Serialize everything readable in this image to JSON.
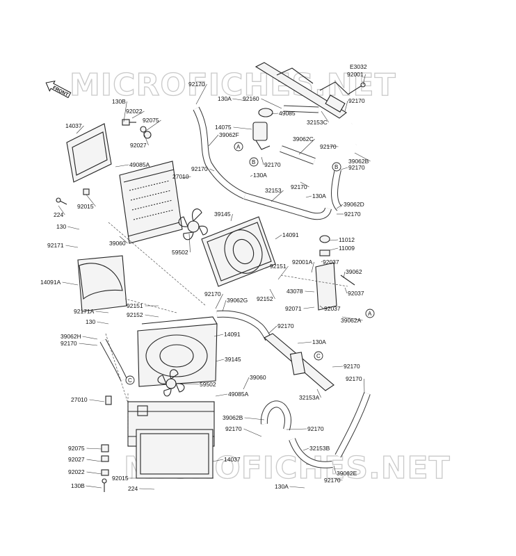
{
  "diagram_code": "E3032",
  "front_label": "FRONT",
  "watermark": "MICROFICHES.NET",
  "circle_marks": [
    "A",
    "B",
    "C"
  ],
  "callouts": [
    {
      "id": "c01",
      "text": "92001"
    },
    {
      "id": "c02",
      "text": "92170"
    },
    {
      "id": "c03",
      "text": "130A"
    },
    {
      "id": "c04",
      "text": "92160"
    },
    {
      "id": "c05",
      "text": "49085"
    },
    {
      "id": "c06",
      "text": "14075"
    },
    {
      "id": "c07",
      "text": "39062F"
    },
    {
      "id": "c08",
      "text": "32153C"
    },
    {
      "id": "c09",
      "text": "92170"
    },
    {
      "id": "c10",
      "text": "130B"
    },
    {
      "id": "c11",
      "text": "92022"
    },
    {
      "id": "c12",
      "text": "92075"
    },
    {
      "id": "c13",
      "text": "92027"
    },
    {
      "id": "c14",
      "text": "14037"
    },
    {
      "id": "c15",
      "text": "39062C"
    },
    {
      "id": "c16",
      "text": "92170"
    },
    {
      "id": "c17",
      "text": "92170"
    },
    {
      "id": "c18",
      "text": "39062B"
    },
    {
      "id": "c19",
      "text": "92170"
    },
    {
      "id": "c20",
      "text": "49085A"
    },
    {
      "id": "c21",
      "text": "27010"
    },
    {
      "id": "c22",
      "text": "92170"
    },
    {
      "id": "c23",
      "text": "130A"
    },
    {
      "id": "c24",
      "text": "92170"
    },
    {
      "id": "c25",
      "text": "32153"
    },
    {
      "id": "c26",
      "text": "130A"
    },
    {
      "id": "c27",
      "text": "39062D"
    },
    {
      "id": "c28",
      "text": "224"
    },
    {
      "id": "c29",
      "text": "92015"
    },
    {
      "id": "c30",
      "text": "39145"
    },
    {
      "id": "c31",
      "text": "92170"
    },
    {
      "id": "c32",
      "text": "130"
    },
    {
      "id": "c33",
      "text": "14091"
    },
    {
      "id": "c34",
      "text": "11012"
    },
    {
      "id": "c35",
      "text": "92171"
    },
    {
      "id": "c36",
      "text": "39060"
    },
    {
      "id": "c37",
      "text": "59502"
    },
    {
      "id": "c38",
      "text": "11009"
    },
    {
      "id": "c39",
      "text": "92001A"
    },
    {
      "id": "c40",
      "text": "92037"
    },
    {
      "id": "c41",
      "text": "92151"
    },
    {
      "id": "c42",
      "text": "39062"
    },
    {
      "id": "c43",
      "text": "14091A"
    },
    {
      "id": "c44",
      "text": "43078"
    },
    {
      "id": "c45",
      "text": "92037"
    },
    {
      "id": "c46",
      "text": "92170"
    },
    {
      "id": "c47",
      "text": "39062G"
    },
    {
      "id": "c48",
      "text": "92152"
    },
    {
      "id": "c49",
      "text": "92071"
    },
    {
      "id": "c50",
      "text": "92037"
    },
    {
      "id": "c51",
      "text": "92151"
    },
    {
      "id": "c52",
      "text": "92171A"
    },
    {
      "id": "c53",
      "text": "92152"
    },
    {
      "id": "c54",
      "text": "39062A"
    },
    {
      "id": "c55",
      "text": "130"
    },
    {
      "id": "c56",
      "text": "92170"
    },
    {
      "id": "c57",
      "text": "14091"
    },
    {
      "id": "c58",
      "text": "39062H"
    },
    {
      "id": "c59",
      "text": "130A"
    },
    {
      "id": "c60",
      "text": "92170"
    },
    {
      "id": "c61",
      "text": "39145"
    },
    {
      "id": "c62",
      "text": "92170"
    },
    {
      "id": "c63",
      "text": "92170"
    },
    {
      "id": "c64",
      "text": "59502"
    },
    {
      "id": "c65",
      "text": "39060"
    },
    {
      "id": "c66",
      "text": "32153A"
    },
    {
      "id": "c67",
      "text": "27010"
    },
    {
      "id": "c68",
      "text": "49085A"
    },
    {
      "id": "c69",
      "text": "39062B"
    },
    {
      "id": "c70",
      "text": "92170"
    },
    {
      "id": "c71",
      "text": "92170"
    },
    {
      "id": "c72",
      "text": "92075"
    },
    {
      "id": "c73",
      "text": "32153B"
    },
    {
      "id": "c74",
      "text": "14037"
    },
    {
      "id": "c75",
      "text": "92027"
    },
    {
      "id": "c76",
      "text": "92022"
    },
    {
      "id": "c77",
      "text": "39062E"
    },
    {
      "id": "c78",
      "text": "92015"
    },
    {
      "id": "c79",
      "text": "92170"
    },
    {
      "id": "c80",
      "text": "130B"
    },
    {
      "id": "c81",
      "text": "224"
    },
    {
      "id": "c82",
      "text": "130A"
    }
  ]
}
